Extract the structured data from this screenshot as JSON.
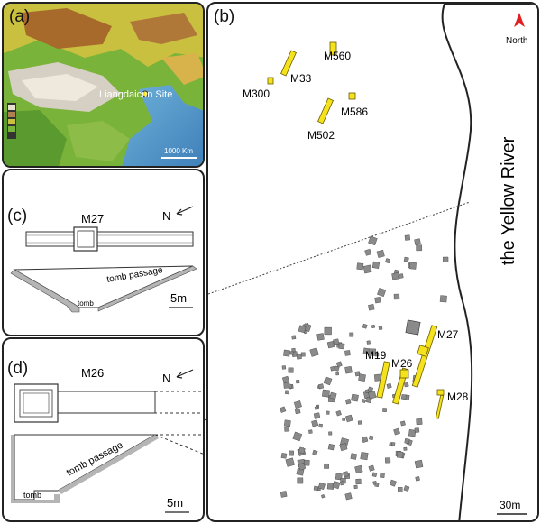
{
  "panels": {
    "a": {
      "label": "(a)",
      "site_label": "Liangdaicun Site",
      "scale_label": "1000 Km"
    },
    "b": {
      "label": "(b)",
      "north_label": "North",
      "river_label": "the Yellow River",
      "scale_label": "30m",
      "tombs": {
        "m560": "M560",
        "m33": "M33",
        "m300": "M300",
        "m586": "M586",
        "m502": "M502",
        "m27": "M27",
        "m19": "M19",
        "m26": "M26",
        "m28": "M28"
      }
    },
    "c": {
      "label": "(c)",
      "title": "M27",
      "north_label": "N",
      "passage_label": "tomb passage",
      "tomb_label": "tomb",
      "scale_label": "5m"
    },
    "d": {
      "label": "(d)",
      "title": "M26",
      "north_label": "N",
      "passage_label": "tomb passage",
      "tomb_label": "tomb",
      "scale_label": "5m"
    }
  },
  "colors": {
    "tomb_highlight": "#f4e21c",
    "tomb_outline": "#6b5a00",
    "small_tomb": "#8a8a8a",
    "red_arrow": "#e02020"
  }
}
